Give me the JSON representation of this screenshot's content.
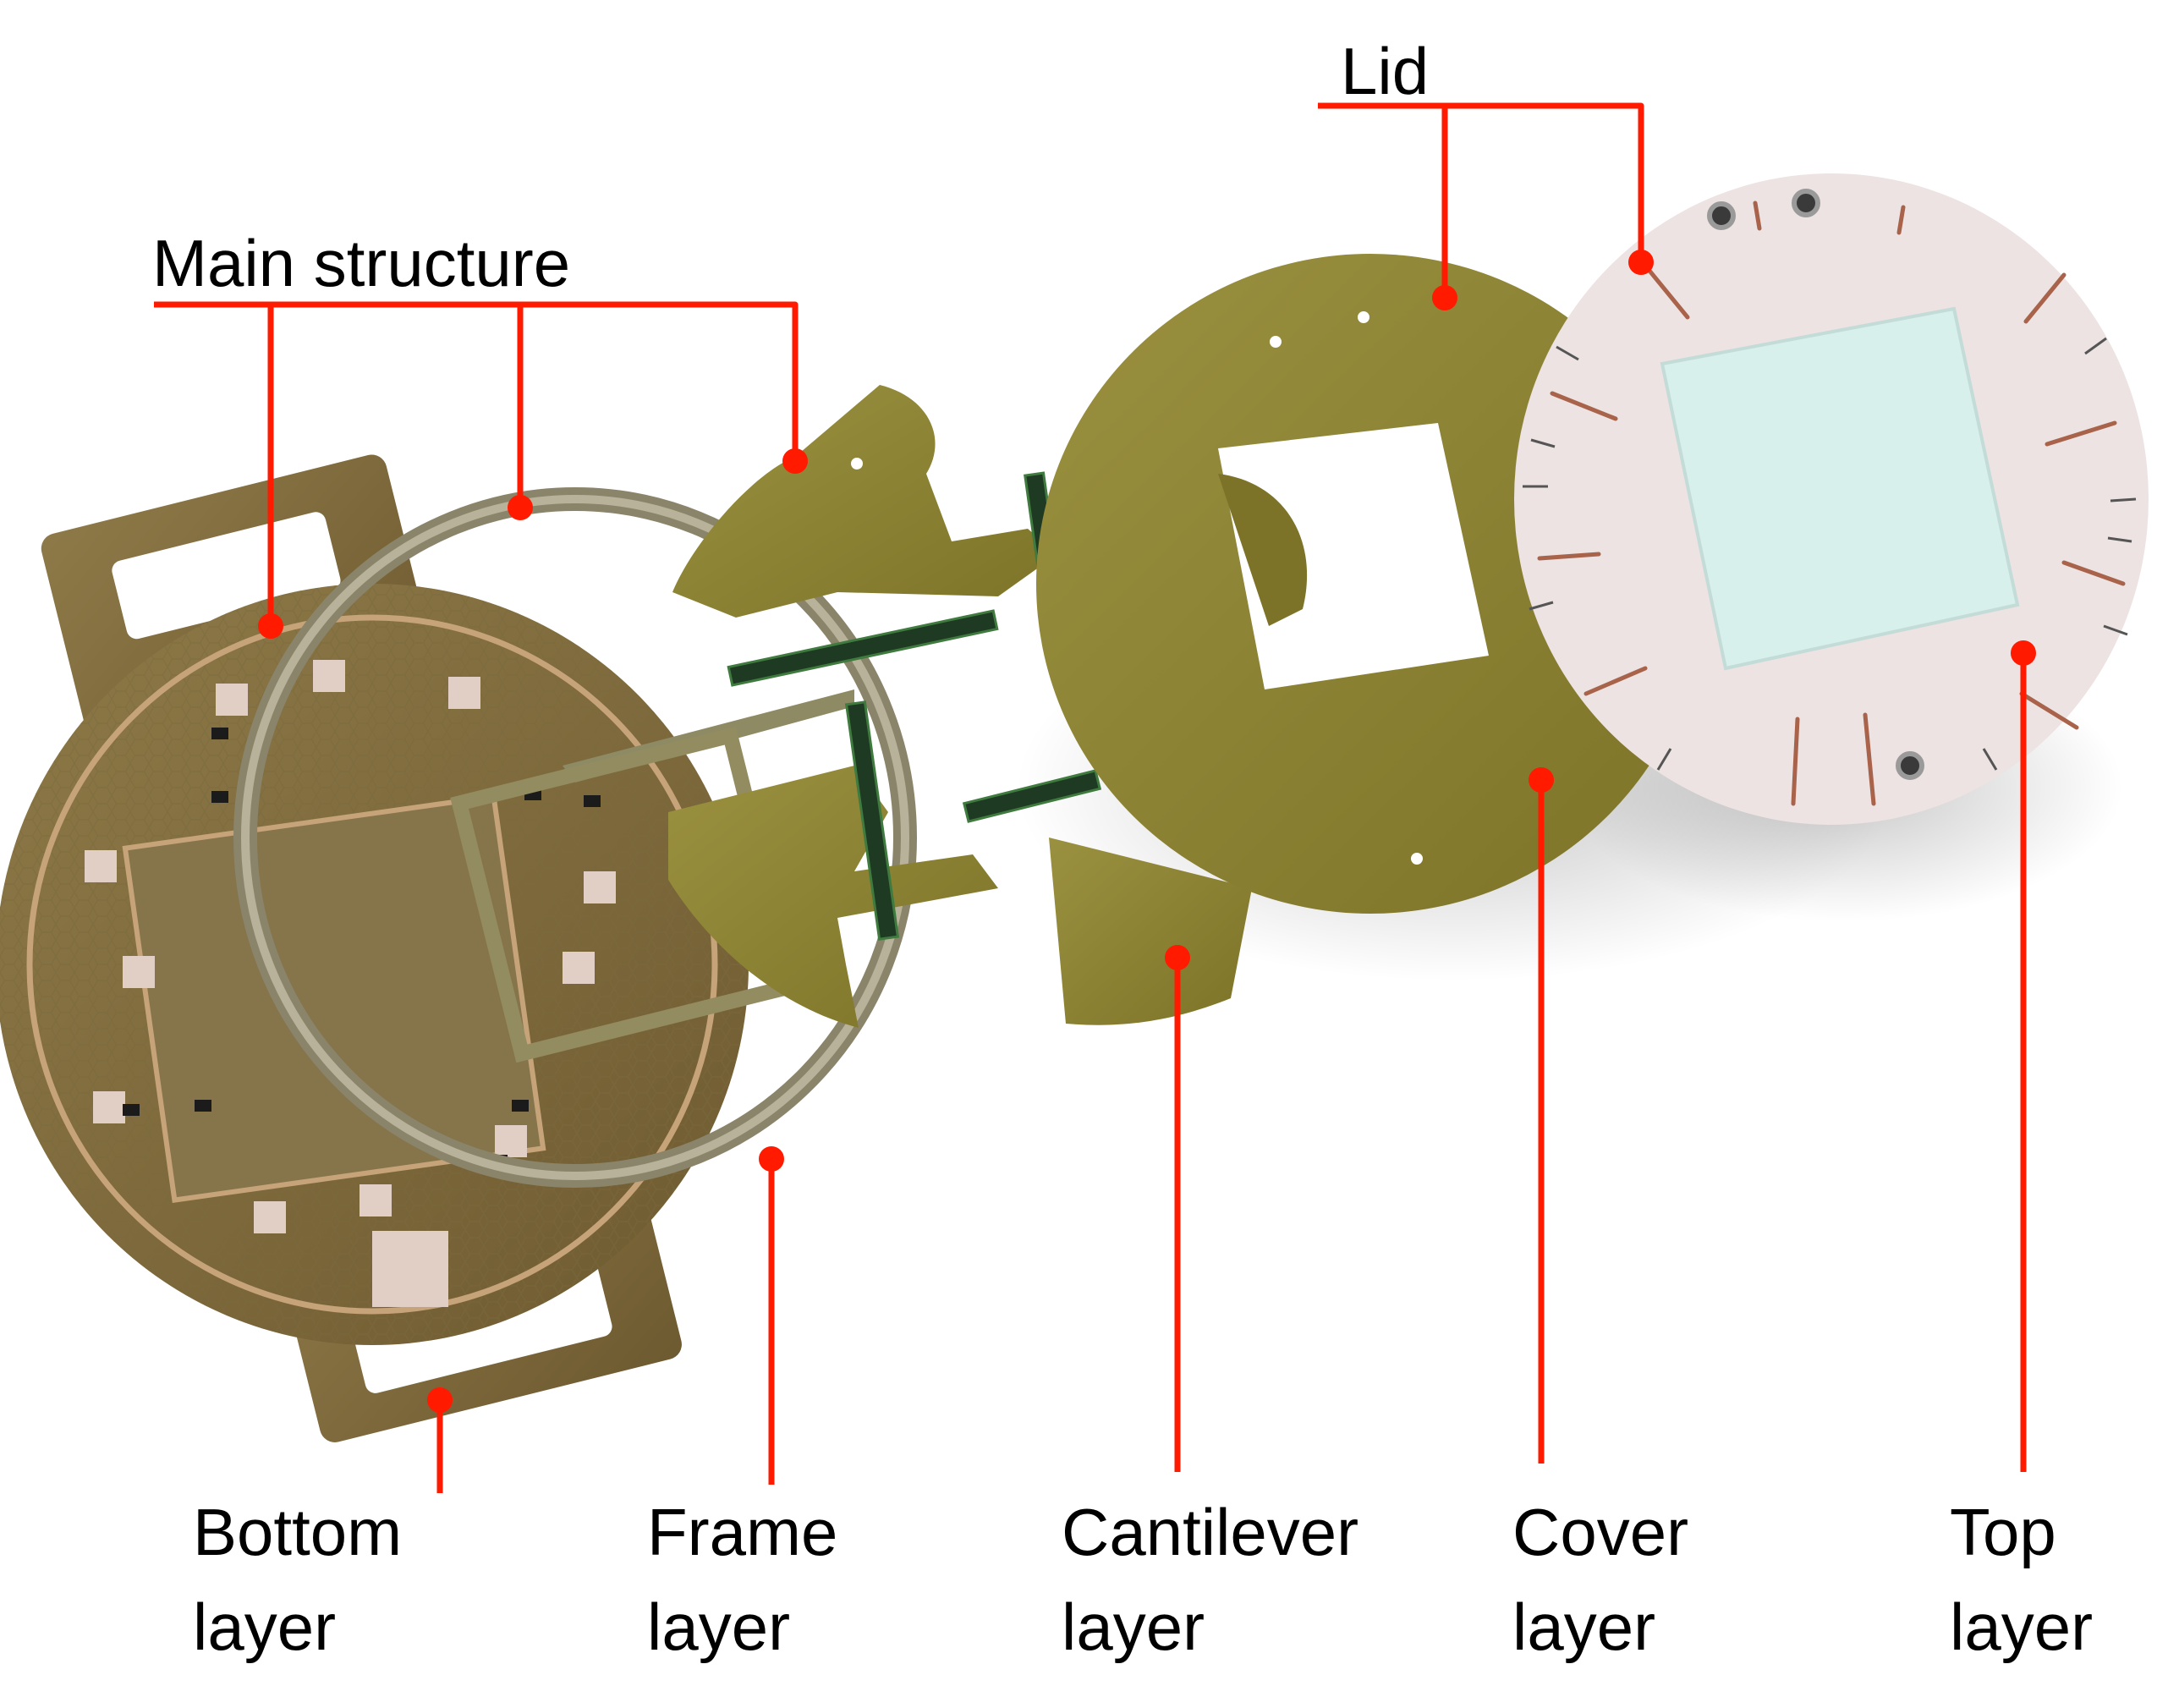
{
  "group_labels": {
    "lid": "Lid",
    "main_structure": "Main structure"
  },
  "layer_labels": [
    {
      "line1": "Bottom",
      "line2": "layer"
    },
    {
      "line1": "Frame",
      "line2": "layer"
    },
    {
      "line1": "Cantilever",
      "line2": "layer"
    },
    {
      "line1": "Cover",
      "line2": "layer"
    },
    {
      "line1": "Top",
      "line2": "layer"
    }
  ],
  "colors": {
    "leader_line": "#ff1a00",
    "pcb_fr4": "#8d8431",
    "pcb_copper": "#9c7a4a",
    "top_layer": "#ece3e2",
    "glass": "#d8f0ec",
    "text": "#000000"
  }
}
